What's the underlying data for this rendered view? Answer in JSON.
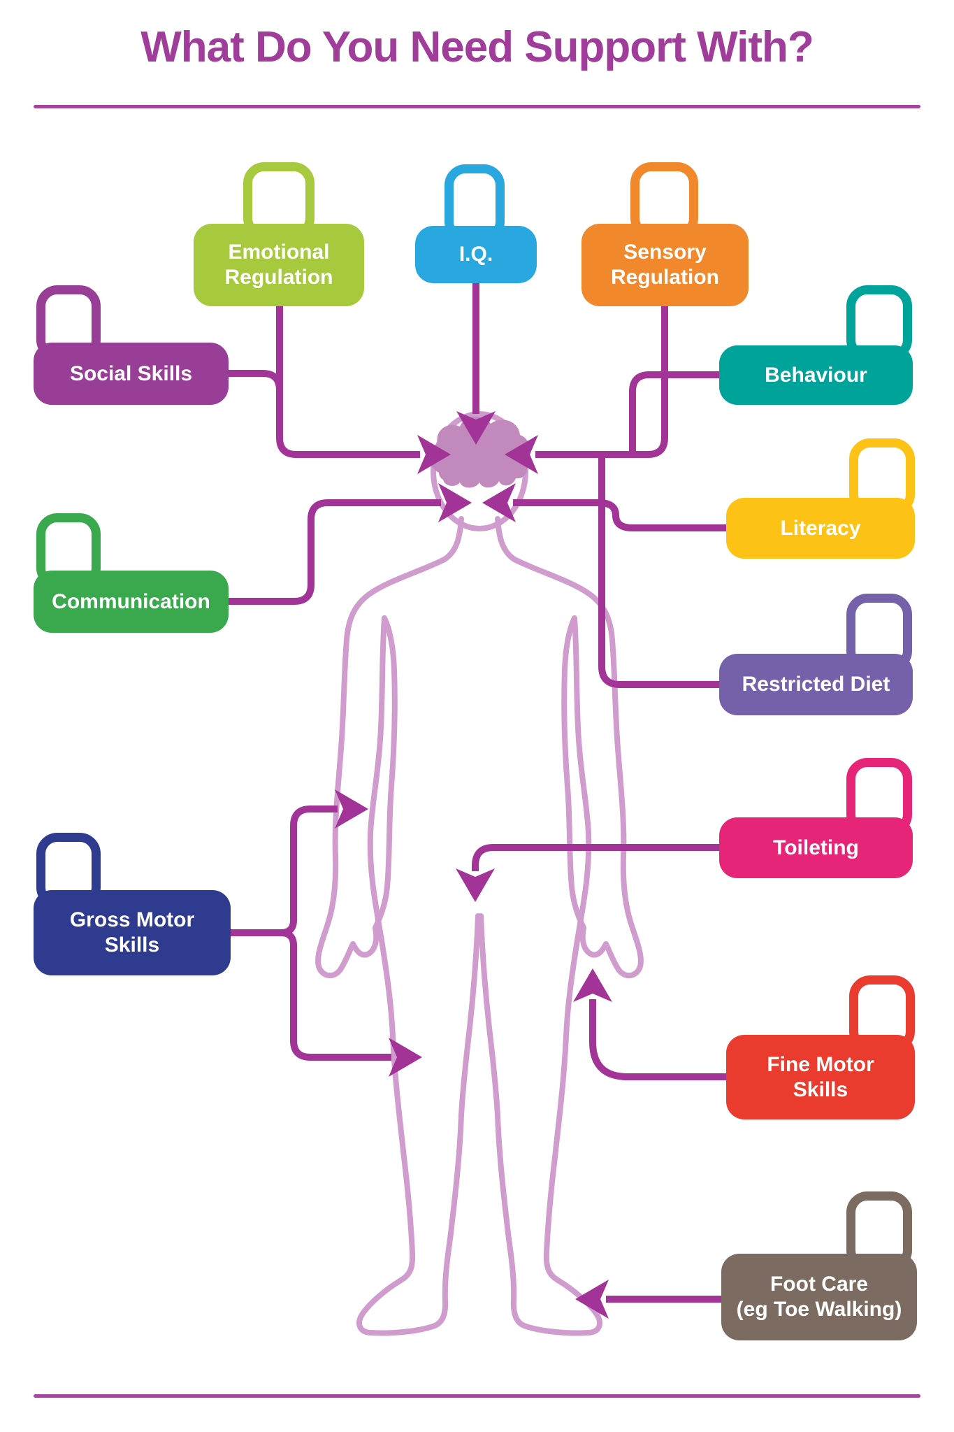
{
  "title": "What Do You Need Support With?",
  "colors": {
    "title": "#a03d9a",
    "rule": "#a4459e",
    "connector": "#a23397",
    "body_outline": "#cf9ccd",
    "brain": "#c289bd",
    "checkbox_fill": "#ffffff",
    "label_text": "#ffffff"
  },
  "boxes": [
    {
      "id": "emotional-regulation",
      "line1": "Emotional",
      "line2": "Regulation",
      "color": "#a6c93d"
    },
    {
      "id": "iq",
      "line1": "I.Q.",
      "line2": "",
      "color": "#29a8e0"
    },
    {
      "id": "sensory-regulation",
      "line1": "Sensory",
      "line2": "Regulation",
      "color": "#f1882c"
    },
    {
      "id": "social-skills",
      "line1": "Social Skills",
      "line2": "",
      "color": "#993e96"
    },
    {
      "id": "behaviour",
      "line1": "Behaviour",
      "line2": "",
      "color": "#00a39a"
    },
    {
      "id": "literacy",
      "line1": "Literacy",
      "line2": "",
      "color": "#fcc215"
    },
    {
      "id": "communication",
      "line1": "Communication",
      "line2": "",
      "color": "#3aa84c"
    },
    {
      "id": "restricted-diet",
      "line1": "Restricted Diet",
      "line2": "",
      "color": "#7561aa"
    },
    {
      "id": "toileting",
      "line1": "Toileting",
      "line2": "",
      "color": "#e62579"
    },
    {
      "id": "gross-motor-skills",
      "line1": "Gross Motor",
      "line2": "Skills",
      "color": "#2f3b8e"
    },
    {
      "id": "fine-motor-skills",
      "line1": "Fine Motor",
      "line2": "Skills",
      "color": "#ea3b2f"
    },
    {
      "id": "foot-care",
      "line1": "Foot Care",
      "line2": "(eg Toe Walking)",
      "color": "#7b6b60"
    }
  ]
}
